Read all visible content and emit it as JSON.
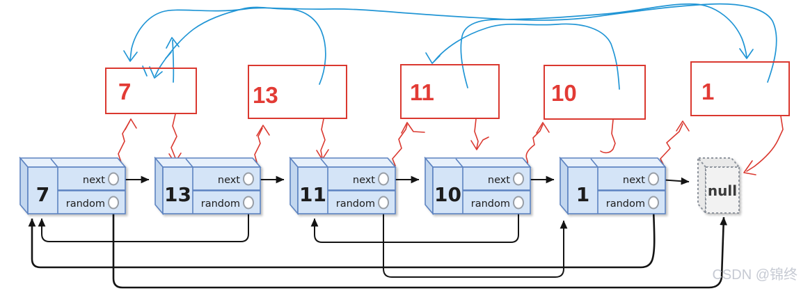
{
  "watermark": "CSDN @锦终",
  "field_labels": {
    "next": "next",
    "random": "random"
  },
  "null_label": "null",
  "original_nodes": [
    {
      "value": "7",
      "next": "13",
      "random": "null"
    },
    {
      "value": "13",
      "next": "11",
      "random": "7"
    },
    {
      "value": "11",
      "next": "10",
      "random": "1"
    },
    {
      "value": "10",
      "next": "1",
      "random": "11"
    },
    {
      "value": "1",
      "next": "null",
      "random": "7"
    }
  ],
  "copy_boxes": [
    {
      "value": "7"
    },
    {
      "value": "13"
    },
    {
      "value": "11"
    },
    {
      "value": "10"
    },
    {
      "value": "1"
    }
  ],
  "colors": {
    "node_fill": "#d4e4f7",
    "node_border": "#5b82c0",
    "red": "#da382f",
    "red_text": "#e23b35",
    "blue": "#2095d5",
    "black": "#141414",
    "null_fill": "#f2f2f2",
    "watermark": "#c6cad3"
  }
}
